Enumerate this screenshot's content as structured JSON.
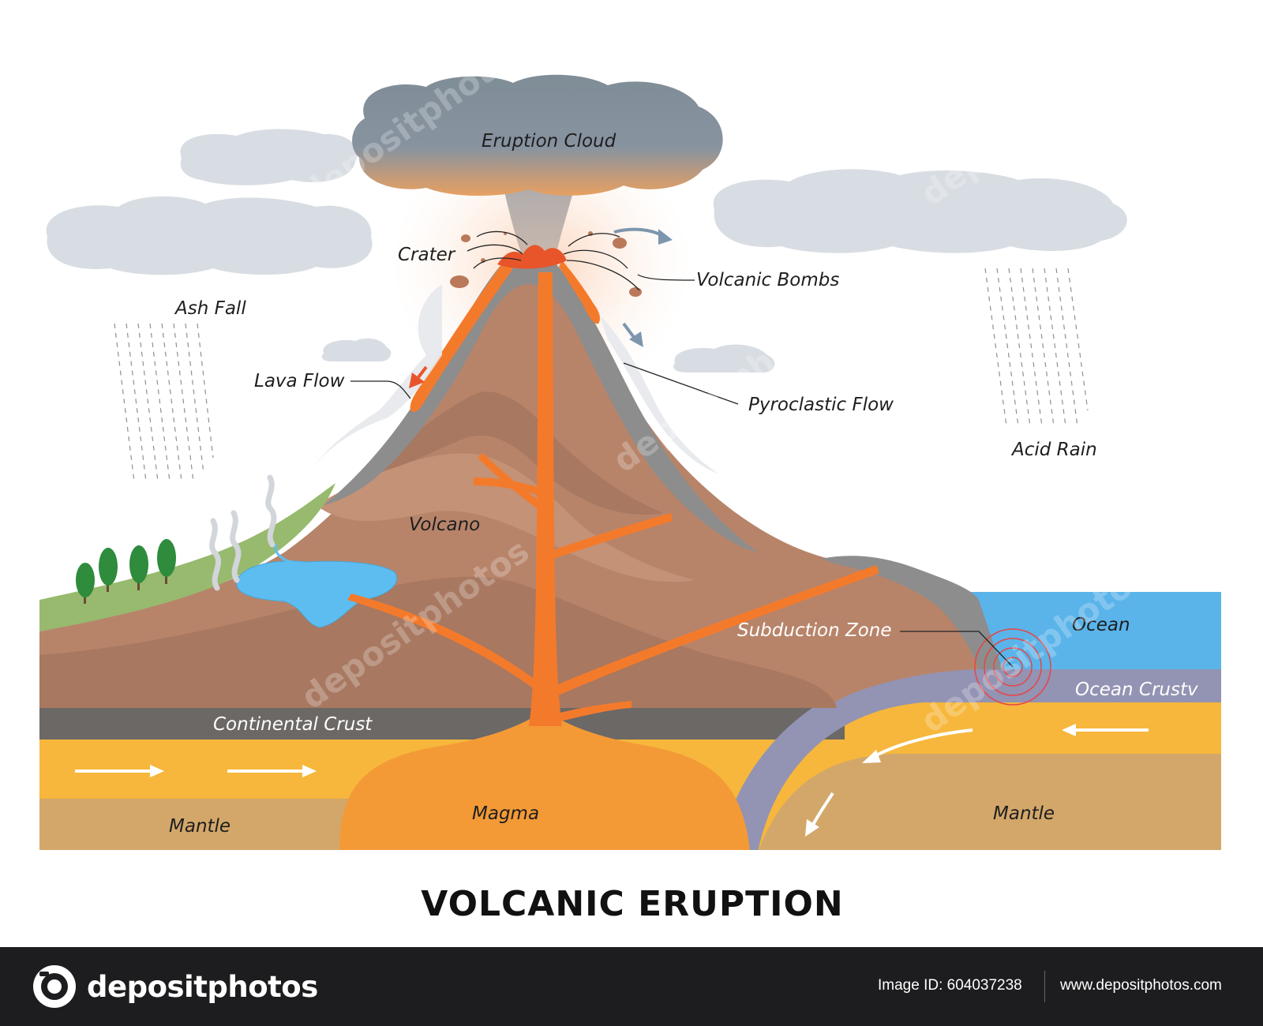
{
  "diagram": {
    "title": "VOLCANIC ERUPTION",
    "labels": {
      "eruption_cloud": "Eruption Cloud",
      "crater": "Crater",
      "volcanic_bombs": "Volcanic Bombs",
      "ash_fall": "Ash Fall",
      "lava_flow": "Lava Flow",
      "pyroclastic_flow": "Pyroclastic Flow",
      "acid_rain": "Acid Rain",
      "volcano": "Volcano",
      "subduction_zone": "Subduction Zone",
      "ocean": "Ocean",
      "ocean_crust": "Ocean Crustv",
      "continental_crust": "Continental Crust",
      "mantle_left": "Mantle",
      "magma": "Magma",
      "mantle_right": "Mantle"
    },
    "watermark": "depositphotos",
    "colors": {
      "lava": "#f47a2b",
      "cloud": "#8a96a0",
      "ocean": "#5ab4ea",
      "mantle": "#f6b73c",
      "crust": "#6b6866"
    }
  },
  "footer": {
    "brand": "depositphotos",
    "image_id": "Image ID: 604037238",
    "url": "www.depositphotos.com"
  }
}
